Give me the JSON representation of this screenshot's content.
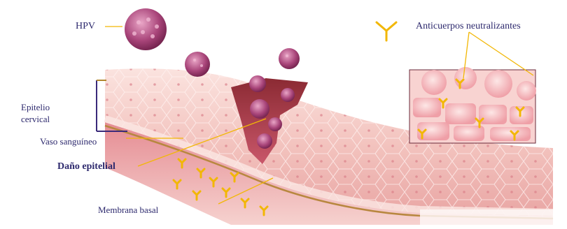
{
  "labels": {
    "hpv": "HPV",
    "antibodies": "Anticuerpos neutralizantes",
    "epithelium_line1": "Epitelio",
    "epithelium_line2": "cervical",
    "blood_vessel": "Vaso sanguíneo",
    "epithelial_damage": "Daño epitelial",
    "basement_membrane": "Membrana basal"
  },
  "colors": {
    "label_text": "#2e2a6e",
    "leader_line": "#f2b705",
    "bracket": "#3a2a7a",
    "virus": "#8e2f63",
    "antibody": "#f2b705",
    "tissue_surface": "#f4c8c4",
    "tissue_deep": "#d86f7c",
    "blood_vessel": "#c93b4e"
  },
  "icons": {
    "virus": "hpv-virus-icon",
    "antibody": "y-shaped-antibody-icon"
  }
}
